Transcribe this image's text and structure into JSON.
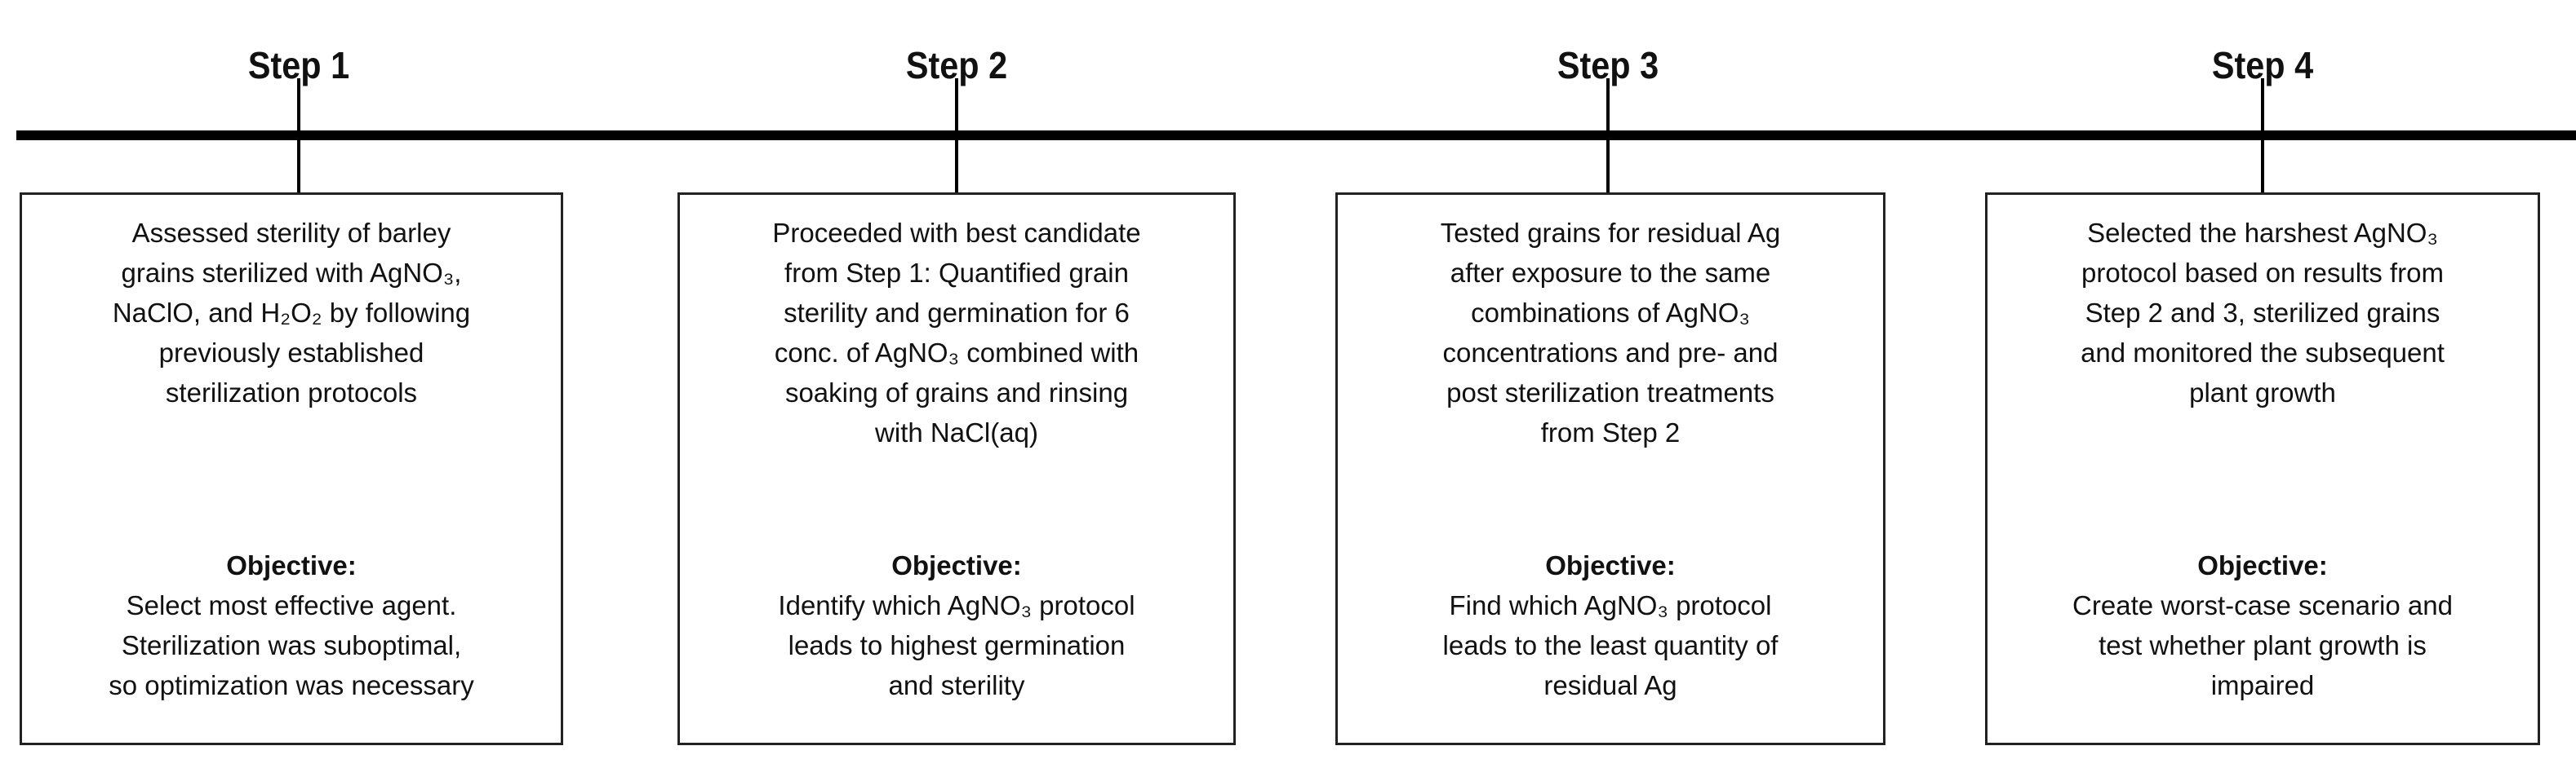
{
  "steps": [
    {
      "label": "Step 1",
      "description": [
        "Assessed sterility of barley",
        "grains sterilized with AgNO₃,",
        "NaClO, and H₂O₂ by following",
        "previously established",
        "sterilization protocols"
      ],
      "objective_title": "Objective:",
      "objective": [
        "Select most effective agent.",
        "Sterilization was suboptimal,",
        "so optimization was necessary"
      ]
    },
    {
      "label": "Step 2",
      "description": [
        "Proceeded with best candidate",
        "from Step 1: Quantified grain",
        "sterility and germination for 6",
        "conc. of AgNO₃ combined with",
        "soaking of grains and rinsing",
        "with NaCl(aq)"
      ],
      "objective_title": "Objective:",
      "objective": [
        "Identify which AgNO₃ protocol",
        "leads to highest germination",
        "and sterility"
      ]
    },
    {
      "label": "Step 3",
      "description": [
        "Tested grains for residual Ag",
        "after exposure to the same",
        "combinations of AgNO₃",
        "concentrations and pre- and",
        "post sterilization treatments",
        "from Step 2"
      ],
      "objective_title": "Objective:",
      "objective": [
        "Find which AgNO₃ protocol",
        "leads to the least quantity of",
        "residual Ag"
      ]
    },
    {
      "label": "Step 4",
      "description": [
        "Selected the harshest AgNO₃",
        "protocol based on results from",
        "Step 2 and 3, sterilized grains",
        "and monitored the subsequent",
        "plant growth"
      ],
      "objective_title": "Objective:",
      "objective": [
        "Create worst-case scenario and",
        "test whether plant growth is",
        "impaired"
      ]
    }
  ]
}
